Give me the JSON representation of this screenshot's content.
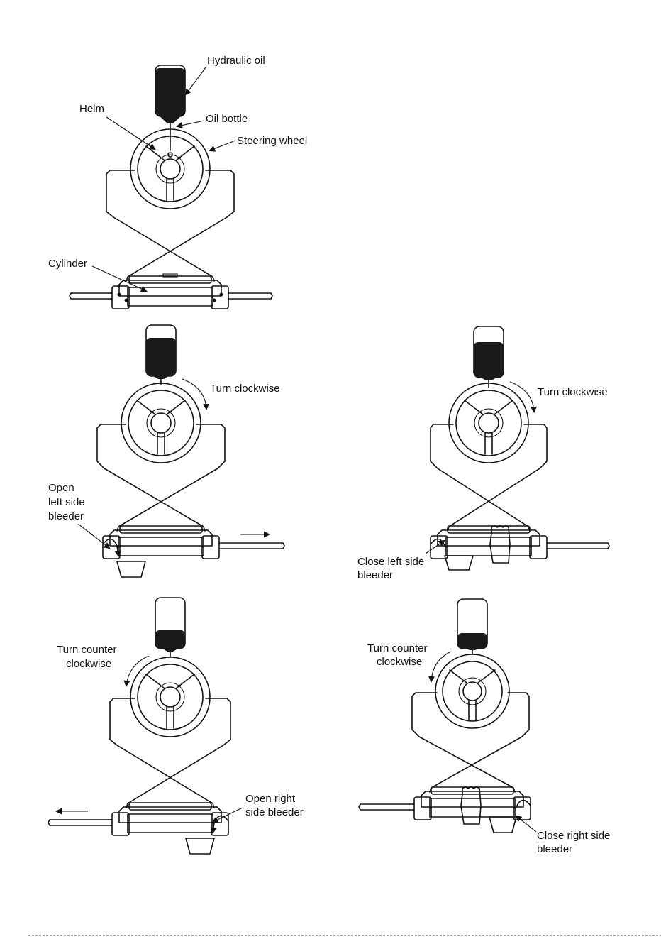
{
  "colors": {
    "ink": "#111111",
    "oil": "#1a1a1a",
    "paper": "#ffffff"
  },
  "labels": {
    "hydraulic_oil": "Hydraulic oil",
    "helm": "Helm",
    "oil_bottle": "Oil bottle",
    "steering_wheel": "Steering wheel",
    "cylinder": "Cylinder",
    "turn_clockwise": "Turn clockwise",
    "open_left_1": "Open",
    "open_left_2": "left side",
    "open_left_3": "bleeder",
    "close_left_1": "Close left side",
    "close_left_2": "bleeder",
    "turn_ccw_1": "Turn counter",
    "turn_ccw_2": "clockwise",
    "open_right_1": "Open right",
    "open_right_2": "side bleeder",
    "close_right_1": "Close right side",
    "close_right_2": "bleeder"
  },
  "steps": [
    {
      "id": "overview",
      "oil_level": 0.95,
      "rod": "none",
      "bleeder": "none",
      "hand": "none",
      "rotation": "none"
    },
    {
      "id": "open-left",
      "oil_level": 0.75,
      "rod": "right",
      "bleeder": "left",
      "hand": "none",
      "rotation": "cw"
    },
    {
      "id": "close-left",
      "oil_level": 0.65,
      "rod": "right",
      "bleeder": "left",
      "hand": "left",
      "rotation": "cw"
    },
    {
      "id": "open-right",
      "oil_level": 0.35,
      "rod": "left",
      "bleeder": "right",
      "hand": "none",
      "rotation": "ccw"
    },
    {
      "id": "close-right",
      "oil_level": 0.3,
      "rod": "left",
      "bleeder": "right",
      "hand": "right",
      "rotation": "ccw"
    }
  ]
}
